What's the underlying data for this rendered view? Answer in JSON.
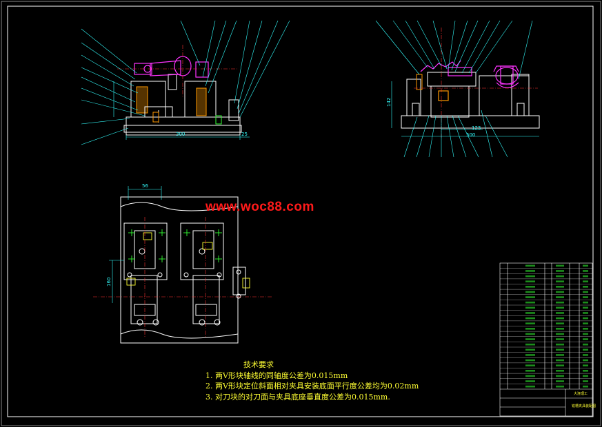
{
  "watermark": "www.woc88.com",
  "notes": {
    "title": "技术要求",
    "items": [
      "1. 两V形块轴线的同轴度公差为0.015mm",
      "2. 两V形块定位斜面相对夹具安装底面平行度公差均为0.02mm",
      "3. 对刀块的对刀面与夹具底座垂直度公差为0.015mm."
    ]
  },
  "dimensions": {
    "front_width": "300",
    "front_side": "25",
    "side_width": "500",
    "side_inner": "123",
    "side_height": "142",
    "plan_top": "56",
    "plan_left": "160"
  },
  "title_block": {
    "name": "铣槽夹具装配图",
    "school": "大连理工"
  },
  "colors": {
    "frame": "#ffffff",
    "part": "#ffffff",
    "highlight": "#ff33ff",
    "dimension": "#33ffff",
    "centerline": "#ff3333",
    "green": "#33ff33",
    "note": "#ffff33"
  }
}
